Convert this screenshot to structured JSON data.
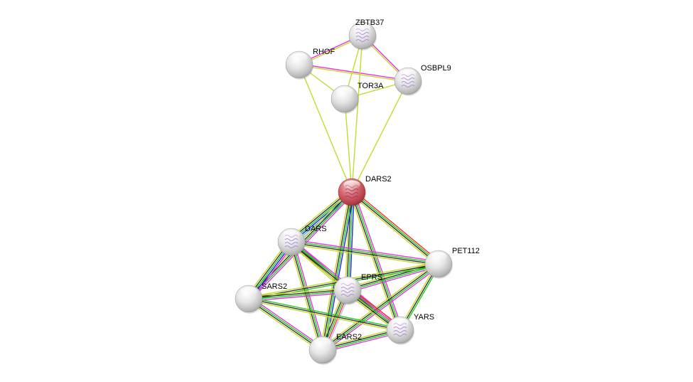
{
  "title": "STRING protein interaction network",
  "colors": {
    "textmining": "#c6d92f",
    "experiments": "#e432e4",
    "database": "#44c0e0",
    "coexpression": "#333333",
    "neighborhood": "#22cc22",
    "fusion": "#ff2a2a",
    "cooccurrence": "#2222ee",
    "homology": "#b4b4ff",
    "query_node": "#c8505a",
    "node": "#d8d8d8"
  },
  "nodes": [
    {
      "id": "ZBTB37",
      "label": "ZBTB37",
      "query": false,
      "structure": true
    },
    {
      "id": "RHOF",
      "label": "RHOF",
      "query": false,
      "structure": false
    },
    {
      "id": "OSBPL9",
      "label": "OSBPL9",
      "query": false,
      "structure": true
    },
    {
      "id": "TOR3A",
      "label": "TOR3A",
      "query": false,
      "structure": false
    },
    {
      "id": "DARS2",
      "label": "DARS2",
      "query": true,
      "structure": true
    },
    {
      "id": "DARS",
      "label": "DARS",
      "query": false,
      "structure": true
    },
    {
      "id": "PET112",
      "label": "PET112",
      "query": false,
      "structure": false
    },
    {
      "id": "EPRS",
      "label": "EPRS",
      "query": false,
      "structure": true
    },
    {
      "id": "SARS2",
      "label": "SARS2",
      "query": false,
      "structure": false
    },
    {
      "id": "YARS",
      "label": "YARS",
      "query": false,
      "structure": true
    },
    {
      "id": "EARS2",
      "label": "EARS2",
      "query": false,
      "structure": false
    }
  ],
  "edges": [
    {
      "a": "RHOF",
      "b": "ZBTB37",
      "types": [
        "experiments",
        "textmining"
      ]
    },
    {
      "a": "RHOF",
      "b": "OSBPL9",
      "types": [
        "experiments",
        "textmining"
      ]
    },
    {
      "a": "ZBTB37",
      "b": "OSBPL9",
      "types": [
        "experiments",
        "textmining"
      ]
    },
    {
      "a": "RHOF",
      "b": "TOR3A",
      "types": [
        "textmining"
      ]
    },
    {
      "a": "ZBTB37",
      "b": "TOR3A",
      "types": [
        "textmining"
      ]
    },
    {
      "a": "TOR3A",
      "b": "OSBPL9",
      "types": [
        "textmining"
      ]
    },
    {
      "a": "RHOF",
      "b": "DARS2",
      "types": [
        "textmining"
      ]
    },
    {
      "a": "ZBTB37",
      "b": "DARS2",
      "types": [
        "textmining"
      ]
    },
    {
      "a": "TOR3A",
      "b": "DARS2",
      "types": [
        "textmining"
      ]
    },
    {
      "a": "OSBPL9",
      "b": "DARS2",
      "types": [
        "textmining"
      ]
    },
    {
      "a": "DARS2",
      "b": "DARS",
      "types": [
        "homology",
        "database",
        "cooccurrence",
        "neighborhood",
        "coexpression",
        "textmining"
      ]
    },
    {
      "a": "DARS2",
      "b": "PET112",
      "types": [
        "fusion",
        "neighborhood",
        "coexpression",
        "textmining"
      ]
    },
    {
      "a": "DARS2",
      "b": "EPRS",
      "types": [
        "cooccurrence",
        "neighborhood",
        "coexpression",
        "textmining"
      ]
    },
    {
      "a": "DARS2",
      "b": "SARS2",
      "types": [
        "experiments",
        "neighborhood",
        "coexpression",
        "textmining"
      ]
    },
    {
      "a": "DARS2",
      "b": "YARS",
      "types": [
        "experiments",
        "neighborhood",
        "coexpression",
        "textmining"
      ]
    },
    {
      "a": "DARS2",
      "b": "EARS2",
      "types": [
        "cooccurrence",
        "neighborhood",
        "coexpression",
        "textmining"
      ]
    },
    {
      "a": "DARS",
      "b": "PET112",
      "types": [
        "experiments",
        "neighborhood",
        "coexpression",
        "textmining"
      ]
    },
    {
      "a": "DARS",
      "b": "EPRS",
      "types": [
        "experiments",
        "neighborhood",
        "coexpression",
        "textmining"
      ]
    },
    {
      "a": "DARS",
      "b": "SARS2",
      "types": [
        "experiments",
        "cooccurrence",
        "neighborhood",
        "coexpression",
        "textmining"
      ]
    },
    {
      "a": "DARS",
      "b": "YARS",
      "types": [
        "experiments",
        "neighborhood",
        "coexpression",
        "textmining"
      ]
    },
    {
      "a": "DARS",
      "b": "EARS2",
      "types": [
        "experiments",
        "neighborhood",
        "coexpression",
        "textmining"
      ]
    },
    {
      "a": "PET112",
      "b": "EPRS",
      "types": [
        "experiments",
        "neighborhood",
        "coexpression",
        "textmining"
      ]
    },
    {
      "a": "PET112",
      "b": "SARS2",
      "types": [
        "neighborhood",
        "coexpression",
        "textmining"
      ]
    },
    {
      "a": "PET112",
      "b": "YARS",
      "types": [
        "neighborhood",
        "coexpression",
        "textmining"
      ]
    },
    {
      "a": "PET112",
      "b": "EARS2",
      "types": [
        "experiments",
        "neighborhood",
        "coexpression",
        "textmining"
      ]
    },
    {
      "a": "EPRS",
      "b": "SARS2",
      "types": [
        "experiments",
        "neighborhood",
        "coexpression",
        "textmining"
      ]
    },
    {
      "a": "EPRS",
      "b": "YARS",
      "types": [
        "fusion",
        "experiments",
        "neighborhood",
        "coexpression",
        "textmining"
      ]
    },
    {
      "a": "EPRS",
      "b": "EARS2",
      "types": [
        "homology",
        "fusion",
        "neighborhood",
        "coexpression",
        "textmining"
      ]
    },
    {
      "a": "SARS2",
      "b": "YARS",
      "types": [
        "neighborhood",
        "coexpression",
        "textmining"
      ]
    },
    {
      "a": "SARS2",
      "b": "EARS2",
      "types": [
        "experiments",
        "neighborhood",
        "coexpression",
        "textmining"
      ]
    },
    {
      "a": "YARS",
      "b": "EARS2",
      "types": [
        "experiments",
        "neighborhood",
        "coexpression",
        "textmining"
      ]
    }
  ]
}
